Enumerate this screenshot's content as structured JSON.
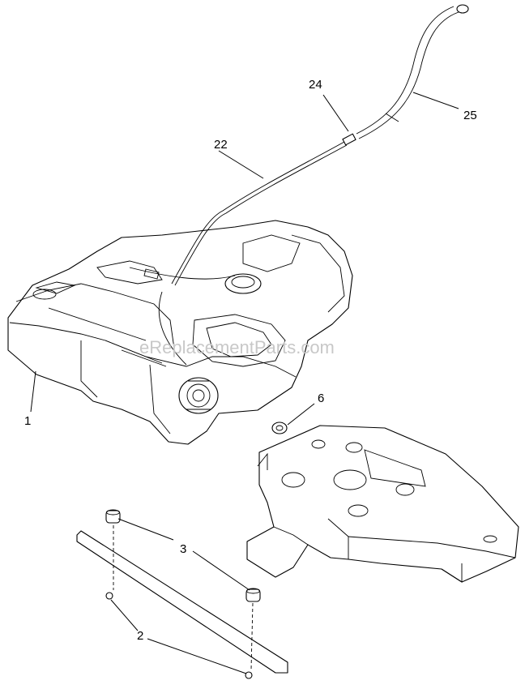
{
  "watermark": "eReplacementParts.com",
  "callouts": {
    "c1": "1",
    "c2": "2",
    "c3": "3",
    "c6": "6",
    "c22": "22",
    "c24": "24",
    "c25": "25"
  }
}
